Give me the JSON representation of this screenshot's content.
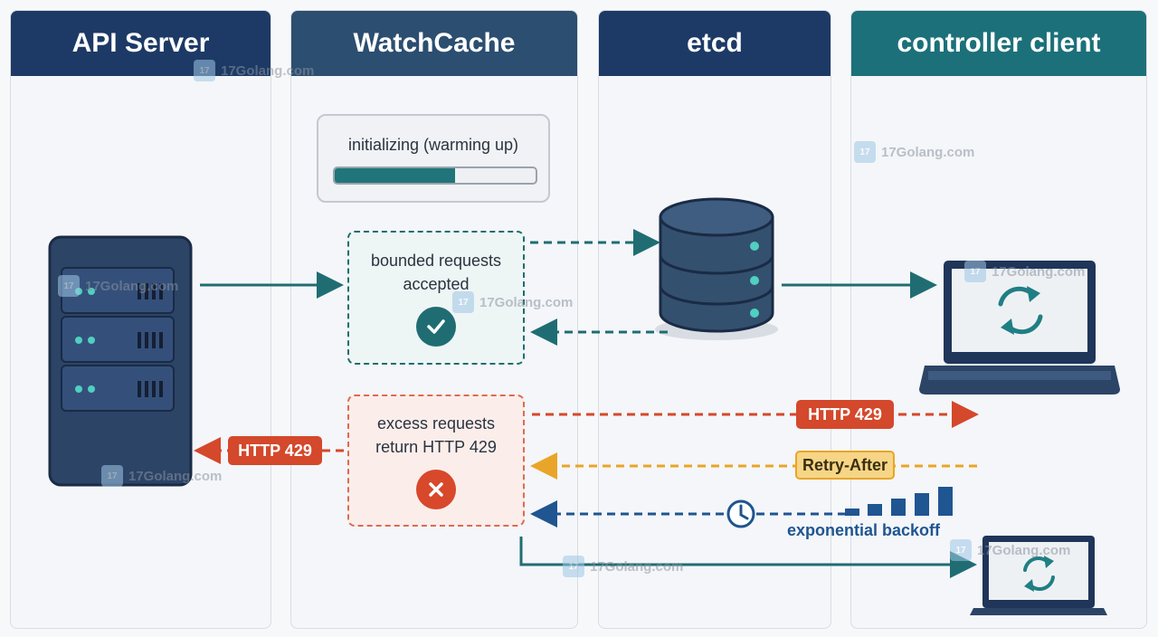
{
  "lanes": {
    "api_server": "API Server",
    "watchcache": "WatchCache",
    "etcd": "etcd",
    "controller_client": "controller client"
  },
  "warmup": {
    "label": "initializing (warming up)",
    "progress": 0.6
  },
  "accepted": {
    "line1": "bounded requests",
    "line2": "accepted"
  },
  "rejected": {
    "line1": "excess requests",
    "line2": "return HTTP 429"
  },
  "tags": {
    "http429_left": "HTTP 429",
    "http429_right": "HTTP 429",
    "retry_after": "Retry-After"
  },
  "backoff": {
    "label": "exponential backoff"
  },
  "watermark": {
    "text": "17Golang.com",
    "logo": "17"
  },
  "colors": {
    "navy": "#1d3a66",
    "teal": "#1f7579",
    "error": "#d4482b",
    "warning": "#e9a529",
    "backoff": "#1f5591"
  },
  "icons": [
    "server-icon",
    "database-icon",
    "laptop-icon",
    "sync-icon",
    "check-icon",
    "cross-icon",
    "clock-icon",
    "bar-chart-icon"
  ]
}
